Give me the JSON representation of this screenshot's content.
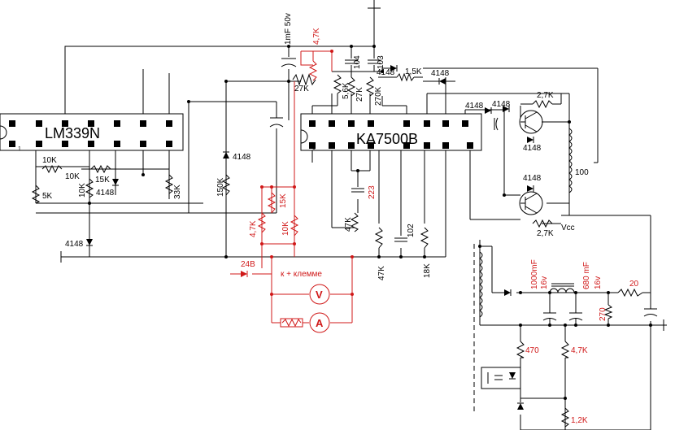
{
  "chips": {
    "lm339": "LM339N",
    "ka7500": "KA7500B",
    "pin1_left": "1",
    "pin1_right": "1"
  },
  "labels": {
    "cap_top": "1mF 50v",
    "r_4k7_top": "4,7K",
    "r_27k_top": "27K",
    "c_104": "104",
    "c_103": "103",
    "r_5k6": "5,6K",
    "r_27k_b": "27K",
    "r_270k": "270K",
    "d_4148_top": "4148",
    "r_1k5": "1,5K",
    "d_4148_top2": "4148",
    "r_2k7_top": "2,7K",
    "d_4148_q1a": "4148",
    "d_4148_q1b": "4148",
    "d_4148_q1c": "4148",
    "r_100": "100",
    "d_4148_q2": "4148",
    "r_2k7_bot": "2,7K",
    "vcc": "Vcc",
    "r_10k_a": "10K",
    "r_10k_b": "10K",
    "r_15k": "15K",
    "r_5k": "5K",
    "r_10k_c": "10K",
    "d_4148_lm": "4148",
    "r_33k": "33K",
    "d_4148_mid": "4148",
    "r_150k": "150K",
    "d_4148_bot": "4148",
    "r_4k7_red": "4,7K",
    "r_15k_red": "15K",
    "r_10k_red": "10K",
    "c_223": "223",
    "r_47k_a": "47K",
    "c_102": "102",
    "r_47k_b": "47K",
    "r_18k": "18K",
    "d_24v": "24В",
    "terminal": "к + клемме",
    "voltmeter": "V",
    "ammeter": "A",
    "c_1000": "1000mF",
    "v_1000": "16v",
    "c_680": "680 mF",
    "v_680": "16v",
    "r_20": "20",
    "r_270": "270",
    "r_470": "470",
    "r_4k7_out": "4,7K",
    "r_1k2": "1,2K"
  }
}
